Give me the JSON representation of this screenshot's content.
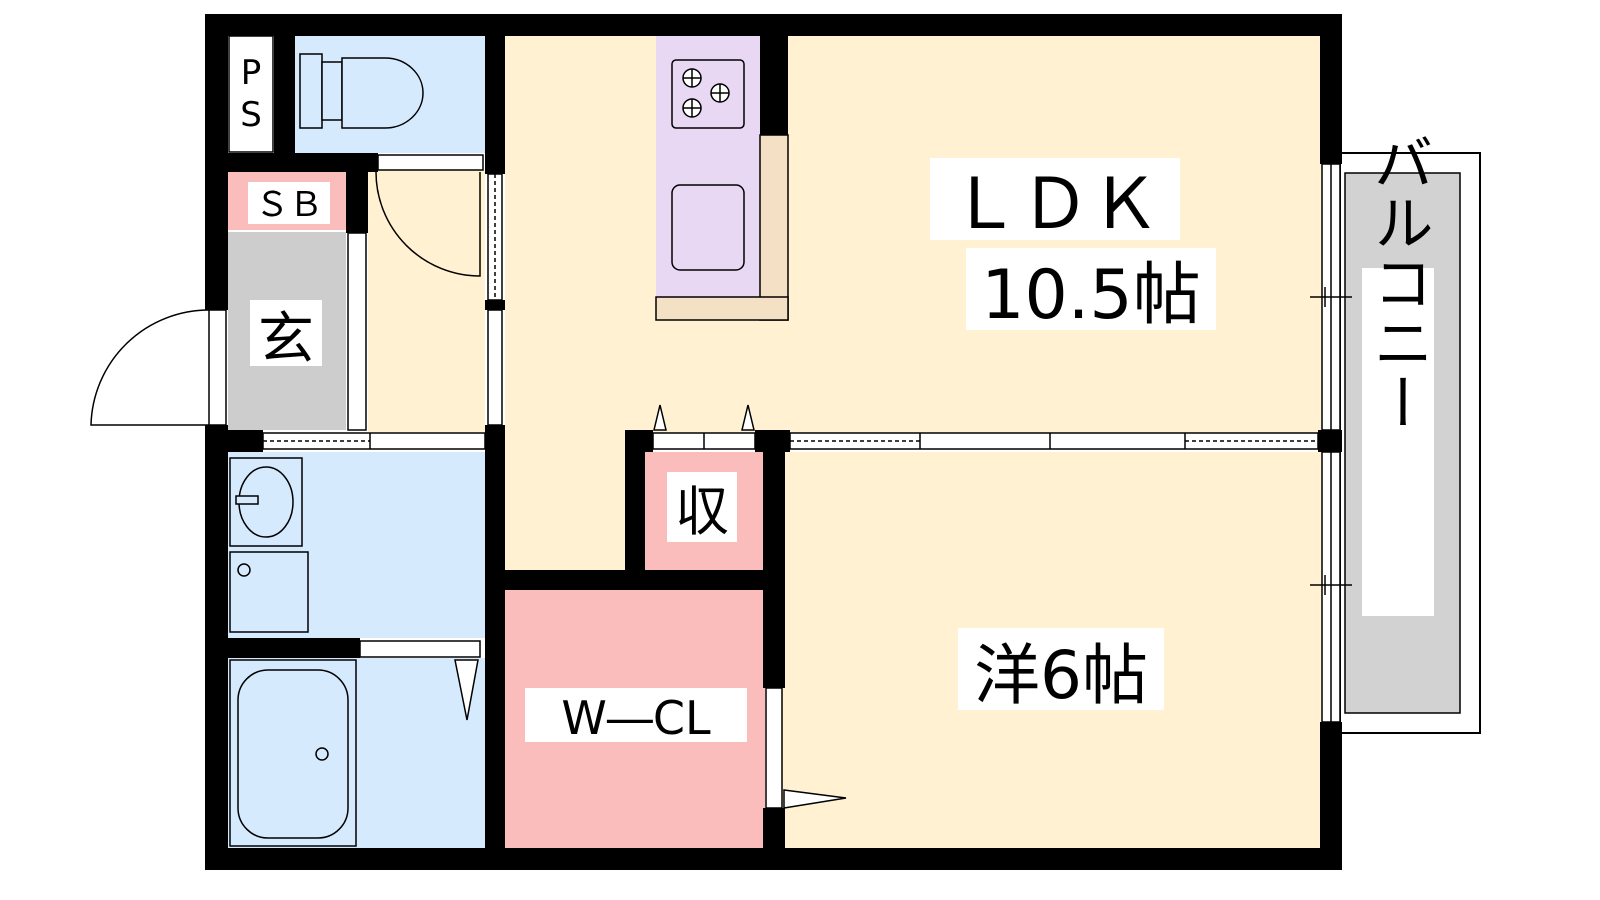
{
  "rooms": {
    "ldk_name": "ＬＤＫ",
    "ldk_size": "10.5帖",
    "western_room": "洋6帖",
    "storage": "収",
    "walk_in_closet": "W―CL",
    "entrance": "玄",
    "shoe_box": "ＳＢ",
    "pipe_space_p": "P",
    "pipe_space_s": "S",
    "balcony": "バルコニー"
  },
  "colors": {
    "wall": "#000000",
    "living": "#fff1d2",
    "wet_area": "#d6eafd",
    "closet": "#fbbcbc",
    "kitchen": "#e8d8f3",
    "entrance_floor": "#cdcdcd",
    "balcony_floor": "#d2d2d2",
    "counter": "#f4e0c4"
  }
}
